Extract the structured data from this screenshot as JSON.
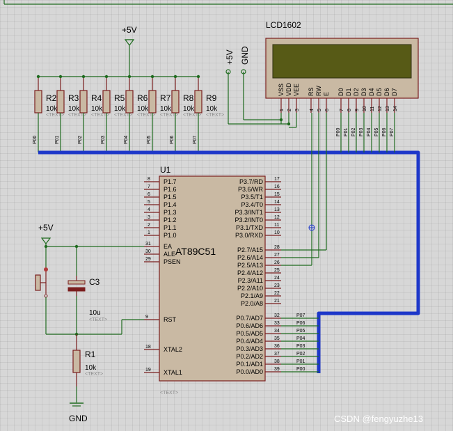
{
  "title_lcd": "LCD1602",
  "text_placeholder": "<TEXT>",
  "mcu": {
    "ref": "U1",
    "name": "AT89C51"
  },
  "power": {
    "vcc": "+5V",
    "gnd": "GND"
  },
  "lcd_pins": [
    {
      "name": "VSS",
      "num": "1"
    },
    {
      "name": "VDD",
      "num": "2"
    },
    {
      "name": "VEE",
      "num": "3"
    },
    {
      "name": "RS",
      "num": "4"
    },
    {
      "name": "RW",
      "num": "5"
    },
    {
      "name": "E",
      "num": "6"
    },
    {
      "name": "D0",
      "num": "7"
    },
    {
      "name": "D1",
      "num": "8"
    },
    {
      "name": "D2",
      "num": "9"
    },
    {
      "name": "D3",
      "num": "10"
    },
    {
      "name": "D4",
      "num": "11"
    },
    {
      "name": "D5",
      "num": "12"
    },
    {
      "name": "D6",
      "num": "13"
    },
    {
      "name": "D7",
      "num": "14"
    }
  ],
  "lcd_net_labels": [
    "P00",
    "P01",
    "P02",
    "P03",
    "P04",
    "P05",
    "P06",
    "P07"
  ],
  "pullups": [
    {
      "ref": "R2",
      "val": "10k",
      "net": "P00"
    },
    {
      "ref": "R3",
      "val": "10k",
      "net": "P01"
    },
    {
      "ref": "R4",
      "val": "10k",
      "net": "P02"
    },
    {
      "ref": "R5",
      "val": "10k",
      "net": "P03"
    },
    {
      "ref": "R6",
      "val": "10k",
      "net": "P04"
    },
    {
      "ref": "R7",
      "val": "10k",
      "net": "P05"
    },
    {
      "ref": "R8",
      "val": "10k",
      "net": "P06"
    },
    {
      "ref": "R9",
      "val": "10k",
      "net": "P07"
    }
  ],
  "mcu_left_pins": [
    {
      "name": "P1.7",
      "num": "8"
    },
    {
      "name": "P1.6",
      "num": "7"
    },
    {
      "name": "P1.5",
      "num": "6"
    },
    {
      "name": "P1.4",
      "num": "5"
    },
    {
      "name": "P1.3",
      "num": "4"
    },
    {
      "name": "P1.2",
      "num": "3"
    },
    {
      "name": "P1.1",
      "num": "2"
    },
    {
      "name": "P1.0",
      "num": "1"
    }
  ],
  "mcu_left_ctrl": [
    {
      "name": "EA",
      "num": "31"
    },
    {
      "name": "ALE",
      "num": "30"
    },
    {
      "name": "PSEN",
      "num": "29"
    },
    {
      "name": "RST",
      "num": "9"
    },
    {
      "name": "XTAL2",
      "num": "18"
    },
    {
      "name": "XTAL1",
      "num": "19"
    }
  ],
  "mcu_right_pins": [
    {
      "name": "P3.7/RD",
      "num": "17"
    },
    {
      "name": "P3.6/WR",
      "num": "16"
    },
    {
      "name": "P3.5/T1",
      "num": "15"
    },
    {
      "name": "P3.4/T0",
      "num": "14"
    },
    {
      "name": "P3.3/INT1",
      "num": "13"
    },
    {
      "name": "P3.2/INT0",
      "num": "12"
    },
    {
      "name": "P3.1/TXD",
      "num": "11"
    },
    {
      "name": "P3.0/RXD",
      "num": "10"
    },
    {
      "name": "P2.7/A15",
      "num": "28"
    },
    {
      "name": "P2.6/A14",
      "num": "27"
    },
    {
      "name": "P2.5/A13",
      "num": "26"
    },
    {
      "name": "P2.4/A12",
      "num": "25"
    },
    {
      "name": "P2.3/A11",
      "num": "24"
    },
    {
      "name": "P2.2/A10",
      "num": "23"
    },
    {
      "name": "P2.1/A9",
      "num": "22"
    },
    {
      "name": "P2.0/A8",
      "num": "21"
    },
    {
      "name": "P0.7/AD7",
      "num": "32",
      "net": "P07"
    },
    {
      "name": "P0.6/AD6",
      "num": "33",
      "net": "P06"
    },
    {
      "name": "P0.5/AD5",
      "num": "34",
      "net": "P05"
    },
    {
      "name": "P0.4/AD4",
      "num": "35",
      "net": "P04"
    },
    {
      "name": "P0.3/AD3",
      "num": "36",
      "net": "P03"
    },
    {
      "name": "P0.2/AD2",
      "num": "37",
      "net": "P02"
    },
    {
      "name": "P0.1/AD1",
      "num": "38",
      "net": "P01"
    },
    {
      "name": "P0.0/AD0",
      "num": "39",
      "net": "P00"
    }
  ],
  "cap": {
    "ref": "C3",
    "val": "10u"
  },
  "reset_res": {
    "ref": "R1",
    "val": "10k"
  },
  "watermark": "CSDN @fengyuzhe13"
}
